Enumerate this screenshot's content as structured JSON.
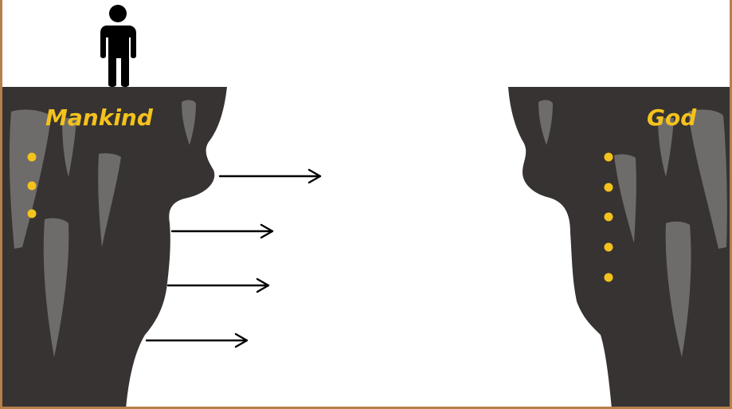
{
  "left_cliff": {
    "label": "Mankind"
  },
  "right_cliff": {
    "label": "God"
  },
  "colors": {
    "cliff": "#363332",
    "cliff_highlight": "#6e6c6b",
    "label": "#f4c21c",
    "bullet": "#f4c21c",
    "arrow": "#000000",
    "person": "#000000",
    "frame": "#b5804a"
  },
  "icons": {
    "person": "person-icon",
    "arrow": "arrow-right-icon",
    "bullet": "bullet-dot"
  },
  "left_bullet_count": 3,
  "right_bullet_count": 5,
  "arrow_count": 4
}
